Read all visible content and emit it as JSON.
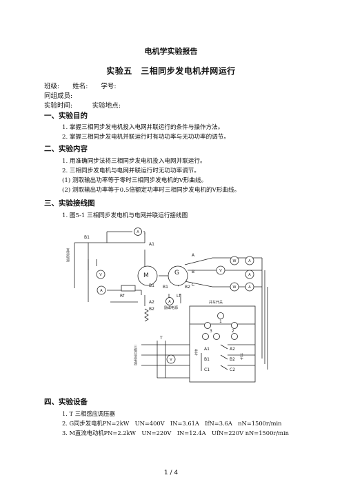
{
  "header": {
    "title": "电机学实验报告",
    "subtitle": "实验五　三相同步发电机并网运行"
  },
  "info": {
    "line1": "班级:　　姓名:　　学号:",
    "line2": "同组成员:",
    "line3": "实验时间:　　　实验地点:"
  },
  "sections": {
    "s1": {
      "title": "一、实验目的",
      "items": [
        "1. 掌握三相同步发电机投入电网并联运行的条件与操作方法。",
        "2. 掌握三相同步发电机并联运行时有功功率与无功功率的调节。"
      ]
    },
    "s2": {
      "title": "二、实验内容",
      "items": [
        "1. 用准确同步法将三相同步发电机投入电网并联运行。",
        "2. 三相同步发电机与电网并联运行时无功功率调节。",
        "(1) 测取输出功率等于零时三相同步发电机的V形曲线。",
        "(2) 测取输出功率等于0.5倍额定功率时三相同步发电机的V形曲线。"
      ]
    },
    "s3": {
      "title": "三、实验接线图",
      "items": [
        "1. 图5-1 三相同步发电机与电网并联运行接线图"
      ]
    },
    "s4": {
      "title": "四、实验设备",
      "items": [
        "1. T 三相感应调压器",
        "2. G同步发电机PN=2kW　UN=400V　IN=3.61A　IfN=3.6A　nN=1500r/min",
        "3. M直流电动机PN=2.2kW　UN=220V　IN=12.4A　UfN=220V nN=1500r/min"
      ]
    }
  },
  "diagram": {
    "labels": {
      "b1": "B1",
      "a1": "A1",
      "a2": "A2",
      "m": "M",
      "g": "G",
      "a": "A",
      "b": "B",
      "c": "C",
      "v": "V",
      "w": "W",
      "b1_lower": "B1",
      "b2_lower": "B2",
      "b1_exc": "B1",
      "b2_exc": "B2",
      "rf": "Rf",
      "lf": "Lf",
      "dc_source": "直流电源",
      "excitation_source": "励磁电源",
      "sync_switch": "并车开关",
      "lamp1": "1",
      "lamp2": "2",
      "lamp3": "3",
      "t": "T",
      "ac_source": "三相交流电源",
      "a1_switch": "A1",
      "b1_switch": "B1",
      "c1_switch": "C1",
      "a2_switch": "A2",
      "b2_switch": "B2",
      "c2_switch": "C2",
      "sync_left": "并车",
      "sync_right": "并车"
    }
  },
  "footer": {
    "page": "1 / 4"
  }
}
